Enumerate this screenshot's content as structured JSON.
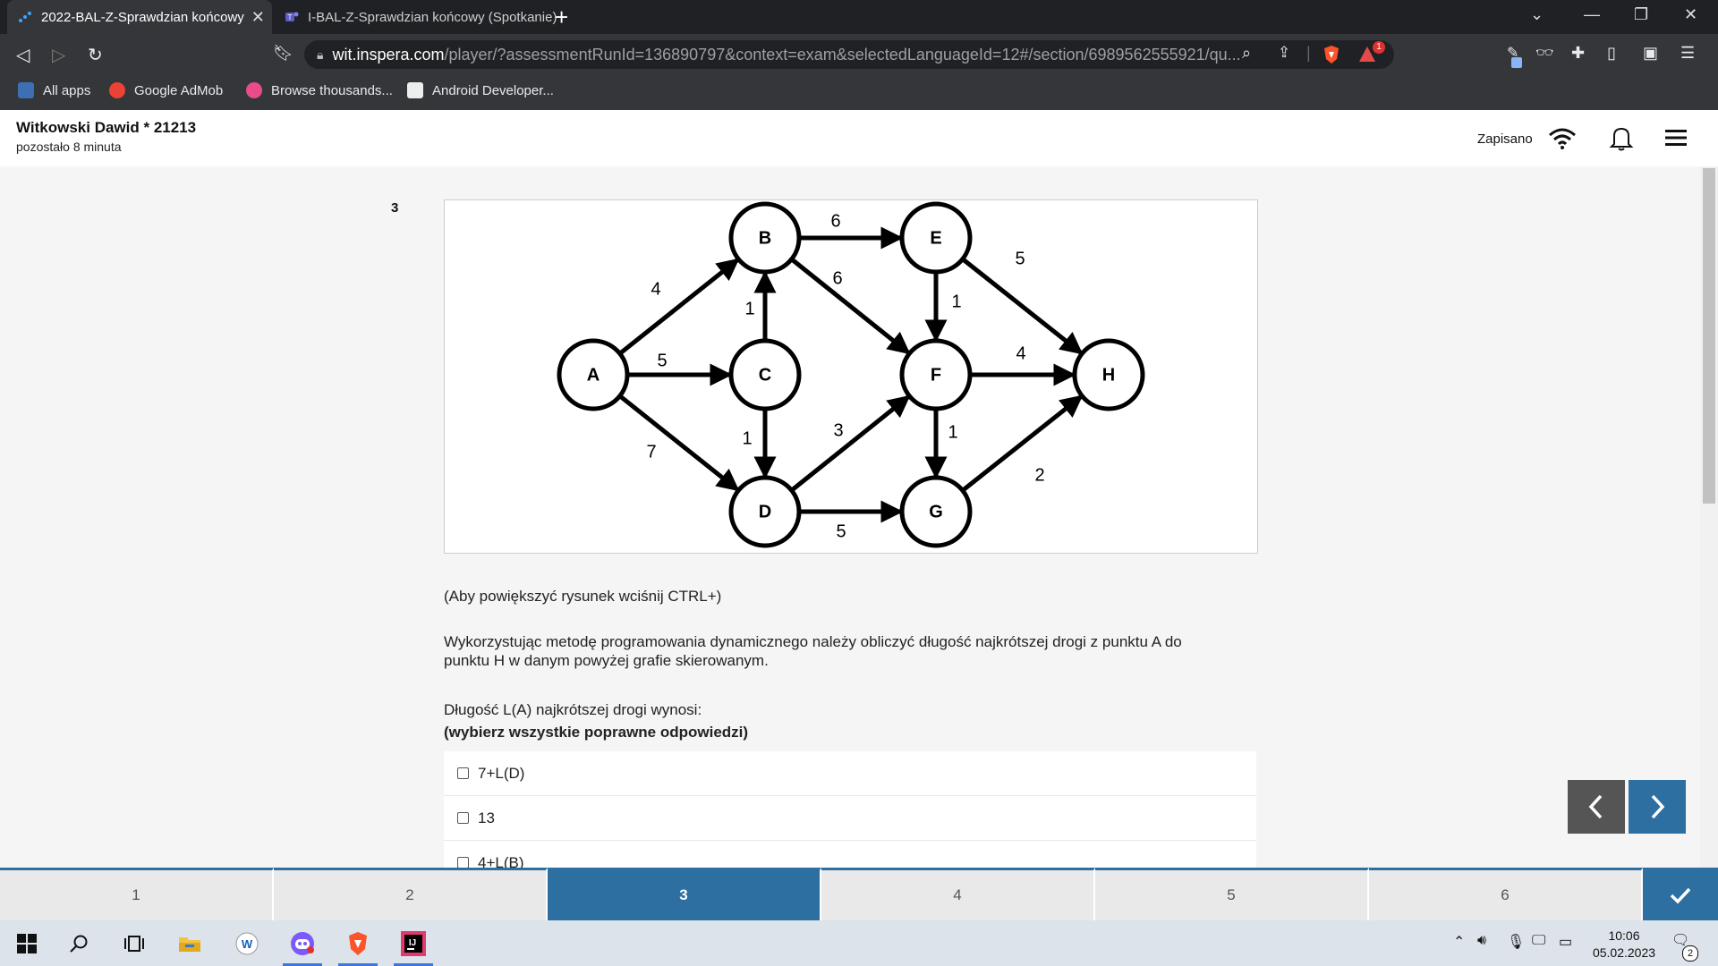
{
  "browser": {
    "tabs": [
      {
        "title": "2022-BAL-Z-Sprawdzian końcowy",
        "active": true
      },
      {
        "title": "I-BAL-Z-Sprawdzian końcowy (Spotkanie)",
        "active": false
      }
    ],
    "url_host": "wit.inspera.com",
    "url_path": "/player/?assessmentRunId=136890797&context=exam&selectedLanguageId=12#/section/6989562555921/qu...",
    "brave_badge": "1",
    "bookmarks": [
      "All apps",
      "Google AdMob",
      "Browse thousands...",
      "Android Developer..."
    ]
  },
  "header": {
    "candidate": "Witkowski Dawid * 21213",
    "remaining": "pozostało 8 minuta",
    "status": "Zapisano"
  },
  "question": {
    "number": "3",
    "zoom_hint": "(Aby powiększyć rysunek wciśnij CTRL+)",
    "text_line1": "Wykorzystując metodę programowania dynamicznego należy obliczyć długość najkrótszej drogi z punktu A do",
    "text_line2": "punktu H w danym powyżej grafie skierowanym.",
    "prompt": "Długość L(A) najkrótszej drogi wynosi:",
    "instruction": "(wybierz wszystkie poprawne odpowiedzi)",
    "options": [
      "7+L(D)",
      "13",
      "4+L(B)"
    ]
  },
  "graph": {
    "nodes": [
      "A",
      "B",
      "C",
      "D",
      "E",
      "F",
      "G",
      "H"
    ],
    "edges": [
      {
        "from": "A",
        "to": "B",
        "weight": "4"
      },
      {
        "from": "A",
        "to": "C",
        "weight": "5"
      },
      {
        "from": "A",
        "to": "D",
        "weight": "7"
      },
      {
        "from": "C",
        "to": "B",
        "weight": "1"
      },
      {
        "from": "C",
        "to": "D",
        "weight": "1"
      },
      {
        "from": "B",
        "to": "E",
        "weight": "6"
      },
      {
        "from": "B",
        "to": "F",
        "weight": "6"
      },
      {
        "from": "D",
        "to": "F",
        "weight": "3"
      },
      {
        "from": "D",
        "to": "G",
        "weight": "5"
      },
      {
        "from": "E",
        "to": "F",
        "weight": "1"
      },
      {
        "from": "E",
        "to": "H",
        "weight": "5"
      },
      {
        "from": "F",
        "to": "H",
        "weight": "4"
      },
      {
        "from": "F",
        "to": "G",
        "weight": "1"
      },
      {
        "from": "G",
        "to": "H",
        "weight": "2"
      }
    ]
  },
  "pager": {
    "pages": [
      "1",
      "2",
      "3",
      "4",
      "5",
      "6"
    ],
    "current": "3"
  },
  "taskbar": {
    "time": "10:06",
    "date": "05.02.2023",
    "notifications": "2"
  },
  "colors": {
    "accent": "#2d6fa0",
    "nav_prev": "#555555",
    "nav_next": "#2d6fa0"
  }
}
